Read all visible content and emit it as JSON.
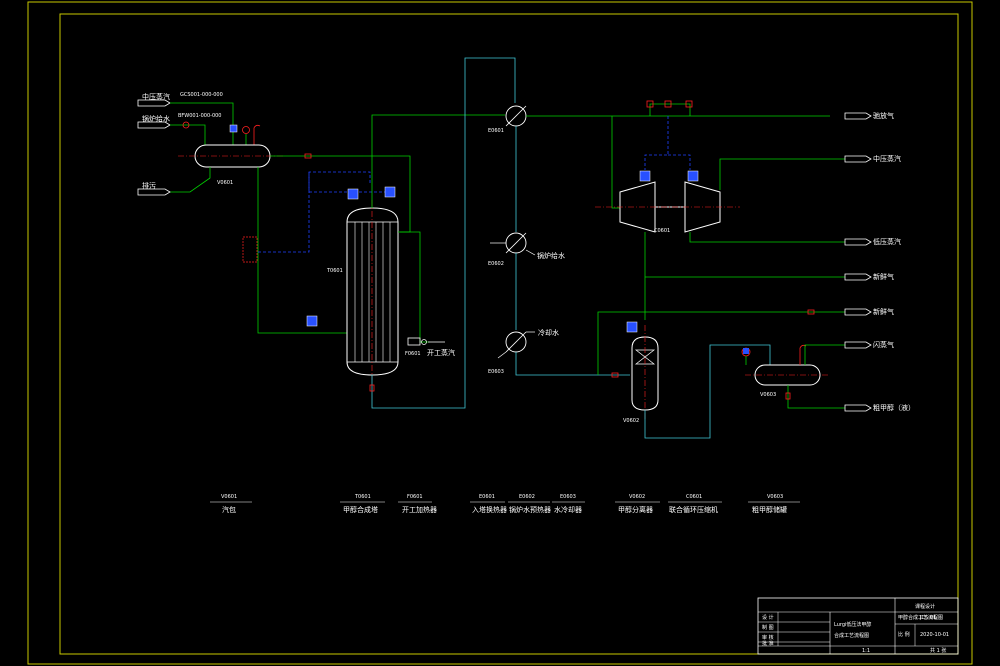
{
  "colors": {
    "background": "#000000",
    "border": "#c8c800",
    "equipment": "#ffffff",
    "process_line": "#00d000",
    "cooling_line": "#40c8d8",
    "signal_line": "#2040ff",
    "valve": "#ff2020",
    "instrument": "#2850ff"
  },
  "line_labels": {
    "mp_steam_in": "中压蒸汽",
    "boiler_feed_water": "锅炉给水",
    "blowdown": "排污",
    "startup_steam": "开工蒸汽",
    "boiler_feed_water_2": "锅炉给水",
    "cooling_water": "冷却水",
    "purge_gas": "驰放气",
    "mp_steam_right": "中压蒸汽",
    "lp_steam": "低压蒸汽",
    "syngas": "新鲜气",
    "fresh_gas": "新鲜气",
    "flash_gas": "闪蒸气",
    "crude_methanol": "粗甲醇（液）"
  },
  "pipe_codes": {
    "mp_steam_code": "GCS001-000-000",
    "bfw_code": "BFW001-000-000"
  },
  "equipment_tags": {
    "steam_drum": "V0601",
    "reactor": "T0601",
    "start_heater": "F0601",
    "exchanger_1": "E0601",
    "exchanger_2": "E0602",
    "exchanger_3": "E0603",
    "compressor": "C0601",
    "separator": "V0602",
    "flash_drum": "V0603"
  },
  "legend": [
    {
      "tag": "V0601",
      "name": "汽包"
    },
    {
      "tag": "T0601",
      "name": "甲醇合成塔"
    },
    {
      "tag": "F0601",
      "name": "开工加热器"
    },
    {
      "tag": "E0601",
      "name": "入塔换热器"
    },
    {
      "tag": "E0602",
      "name": "锅炉水预热器"
    },
    {
      "tag": "E0603",
      "name": "水冷却器"
    },
    {
      "tag": "V0602",
      "name": "甲醇分离器"
    },
    {
      "tag": "C0601",
      "name": "联合循环压缩机"
    },
    {
      "tag": "V0603",
      "name": "粗甲醇储罐"
    }
  ],
  "title_block": {
    "school": "课程设计",
    "project_line1": "Lurgi低压法甲醇",
    "project_line2": "合成工艺流程图",
    "row_labels": [
      "设 计",
      "制 图",
      "审 核",
      "批 准"
    ],
    "scale_label": "比 例",
    "scale_value": "1:1",
    "sheet_label": "共 1 张",
    "date": "2020-10-01",
    "drawing_no": "JCS-01",
    "doc_no": "甲醇合成工艺流程图"
  }
}
